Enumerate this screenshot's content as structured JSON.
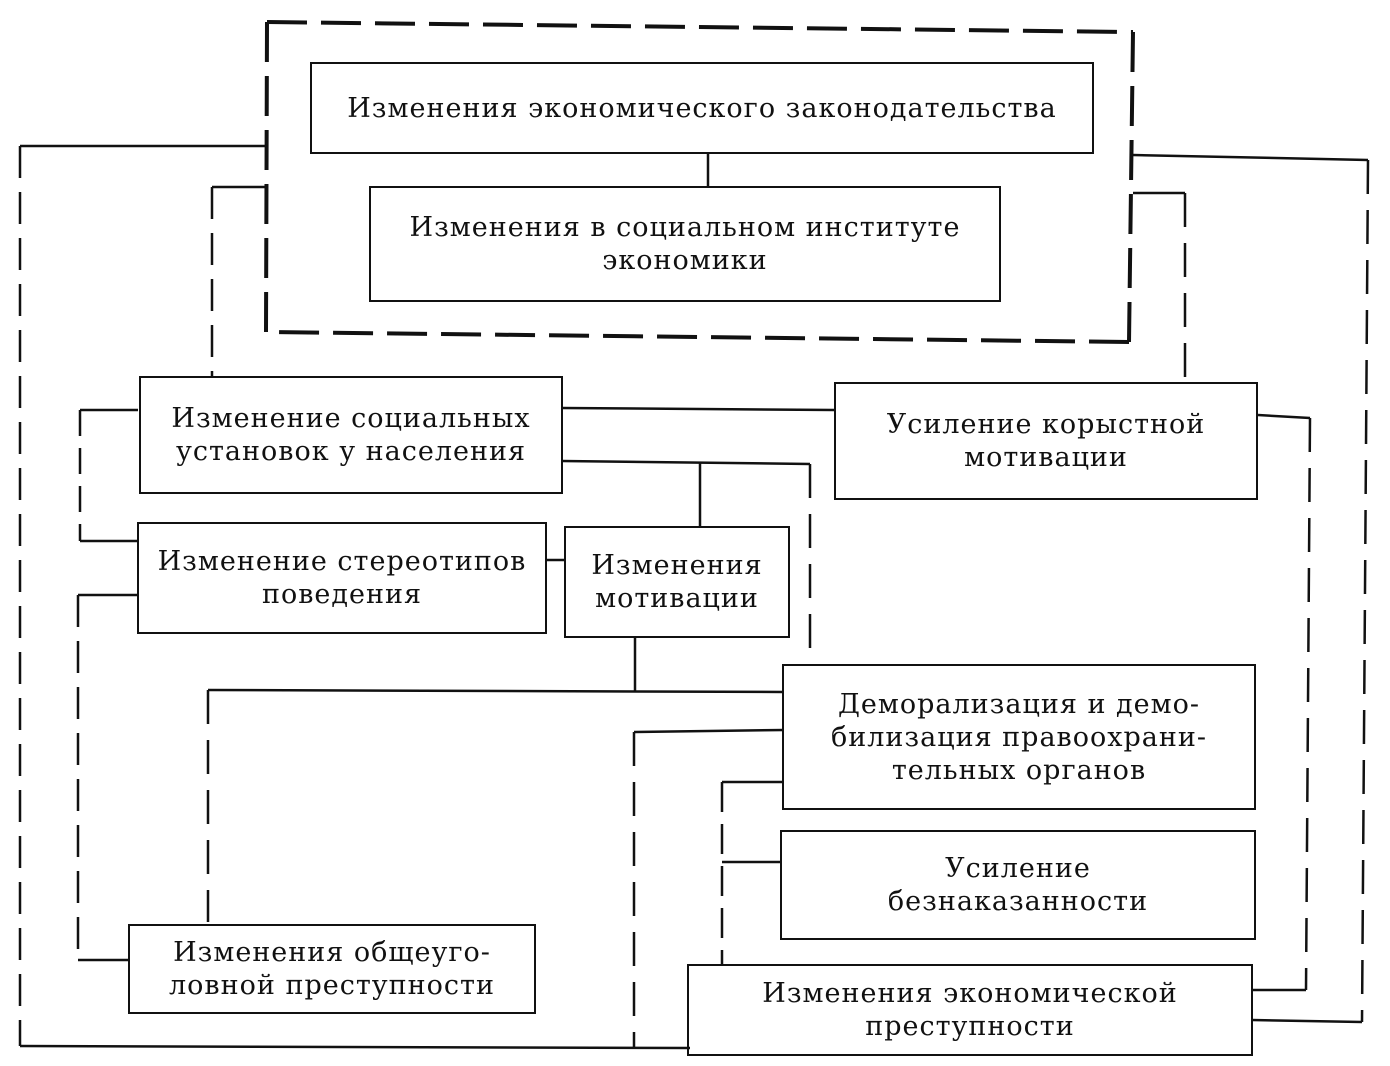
{
  "diagram": {
    "nodes": {
      "law": {
        "lines": [
          "Изменения экономического законодательства"
        ]
      },
      "institute": {
        "lines": [
          "Изменения в социальном институте",
          "экономики"
        ]
      },
      "attitudes": {
        "lines": [
          "Изменение социальных",
          "установок у населения"
        ]
      },
      "greed": {
        "lines": [
          "Усиление корыстной",
          "мотивации"
        ]
      },
      "stereotypes": {
        "lines": [
          "Изменение стереотипов",
          "поведения"
        ]
      },
      "motivation": {
        "lines": [
          "Изменения",
          "мотивации"
        ]
      },
      "demoral": {
        "lines": [
          "Деморализация и демо-",
          "билизация правоохрани-",
          "тельных органов"
        ]
      },
      "impunity": {
        "lines": [
          "Усиление",
          "безнаказанности"
        ]
      },
      "common_crime": {
        "lines": [
          "Изменения общеуго-",
          "ловной преступности"
        ]
      },
      "econ_crime": {
        "lines": [
          "Изменения экономической",
          "преступности"
        ]
      }
    }
  }
}
